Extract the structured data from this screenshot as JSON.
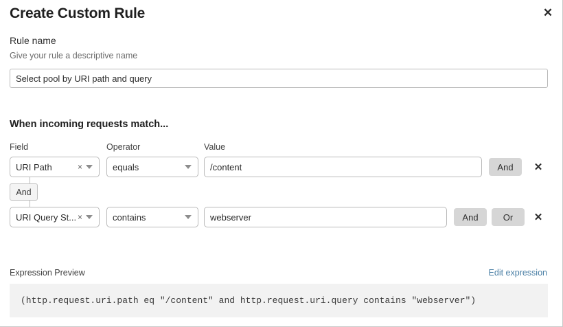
{
  "dialog": {
    "title": "Create Custom Rule",
    "close_icon": "close-icon"
  },
  "rule_name": {
    "label": "Rule name",
    "hint": "Give your rule a descriptive name",
    "value": "Select pool by URI path and query",
    "placeholder": "Select pool by URI path and query"
  },
  "match_section": {
    "heading": "When incoming requests match...",
    "columns": {
      "field": "Field",
      "operator": "Operator",
      "value": "Value"
    },
    "connector": {
      "label": "And"
    },
    "rows": [
      {
        "field": "URI Path",
        "field_clear_icon": "×",
        "operator": "equals",
        "value": "/content",
        "and_label": "And",
        "delete_icon": "✕"
      },
      {
        "field": "URI Query St...",
        "field_clear_icon": "×",
        "operator": "contains",
        "value": "webserver",
        "and_label": "And",
        "or_label": "Or",
        "delete_icon": "✕"
      }
    ]
  },
  "expression_preview": {
    "label": "Expression Preview",
    "edit_link": "Edit expression",
    "code": "(http.request.uri.path eq \"/content\" and http.request.uri.query contains \"webserver\")"
  },
  "colors": {
    "accent_link": "#4a7fa5",
    "button_gray": "#d6d6d6",
    "code_background": "#f2f2f2",
    "border": "#b9b9b9"
  }
}
